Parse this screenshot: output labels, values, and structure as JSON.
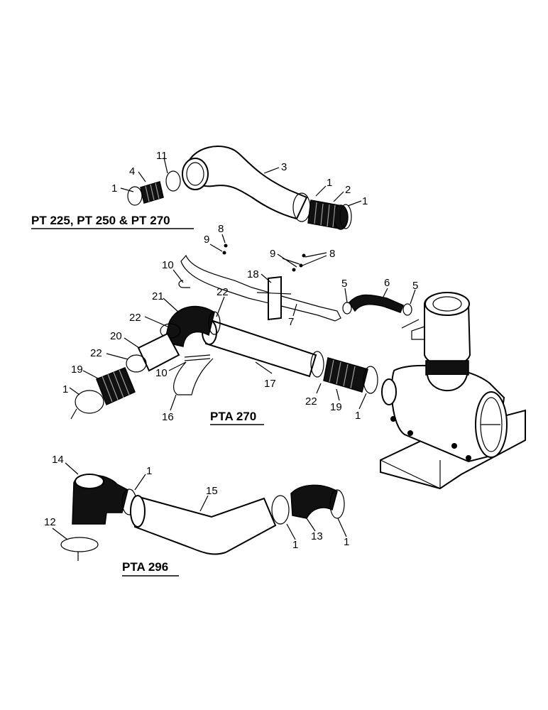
{
  "sections": {
    "top": "PT 225, PT 250 & PT 270",
    "middle": "PTA 270",
    "bottom": "PTA 296"
  },
  "callouts": {
    "top": {
      "c1a": "1",
      "c4": "4",
      "c11": "11",
      "c3": "3",
      "c1b": "1",
      "c2": "2",
      "c1c": "1"
    },
    "middle": {
      "c8a": "8",
      "c9a": "9",
      "c10a": "10",
      "c18": "18",
      "c9b": "9",
      "c8b": "8",
      "c5a": "5",
      "c6": "6",
      "c5b": "5",
      "c21": "21",
      "c22a": "22",
      "c22b": "22",
      "c7": "7",
      "c20": "20",
      "c22c": "22",
      "c19a": "19",
      "c1a": "1",
      "c10b": "10",
      "c16": "16",
      "c17": "17",
      "c22d": "22",
      "c19b": "19",
      "c1b": "1"
    },
    "bottom": {
      "c14": "14",
      "c1a": "1",
      "c15": "15",
      "c12": "12",
      "c13": "13",
      "c1b": "1",
      "c1c": "1"
    }
  }
}
